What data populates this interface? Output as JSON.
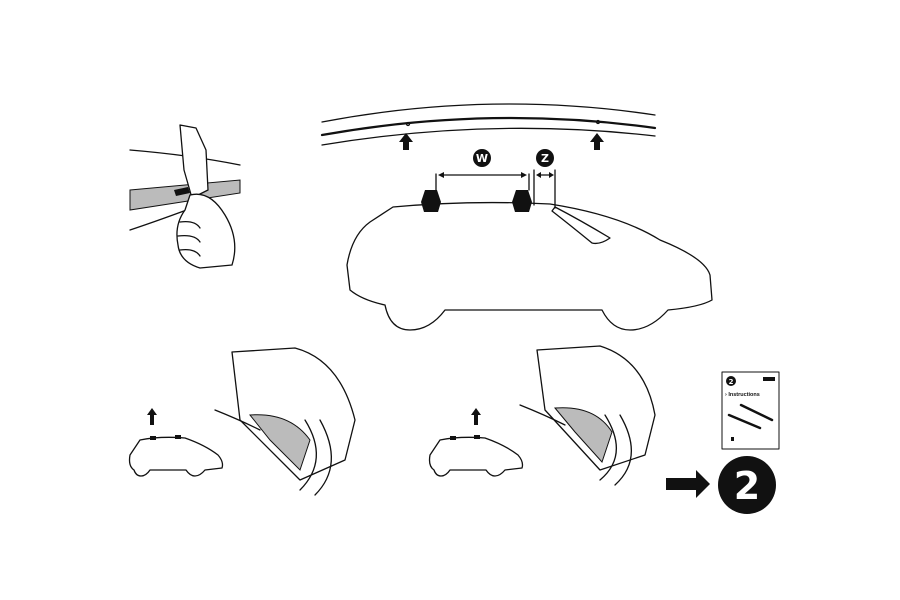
{
  "labels": {
    "w": "W",
    "z": "Z"
  },
  "next_step": {
    "number": "2",
    "booklet_number": "2",
    "booklet_title": "› Instructions"
  },
  "colors": {
    "ink": "#111111",
    "paper": "#ffffff",
    "shade": "#bbbbbb"
  }
}
